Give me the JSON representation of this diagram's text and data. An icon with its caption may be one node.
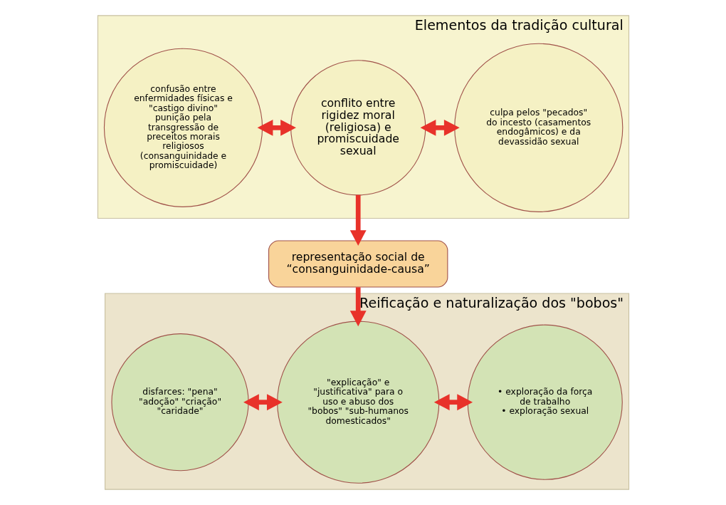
{
  "diagram": {
    "nodes": [
      {
        "text": [
          "Elementos da tradição cultural"
        ]
      },
      {
        "text": [
          "confusão entre",
          "enfermidades físicas e \"castigo divino\"",
          "punição pela transgressão de preceitos morais religiosos (consanguinidade e promiscuidade)"
        ],
        "in": 0
      },
      {
        "text": [
          "conflito entre rigidez moral (religiosa) e promiscuidade sexual"
        ],
        "in": 0
      },
      {
        "text": [
          "culpa pelos \"pecados\" do incesto (casamentos endogâmicos) e da devassidão sexual"
        ],
        "in": 0
      },
      {
        "text": [
          "representação social de “consanguinidade-causa”"
        ]
      },
      {
        "text": [
          "Reificação e naturalização dos \"bobos\""
        ]
      },
      {
        "text": [
          "disfarces: \"pena\" \"adoção\" \"criação\" \"caridade\""
        ],
        "in": 5
      },
      {
        "text": [
          "\"explicação\" e \"justificativa\" para o uso e abuso dos \"bobos\" \"sub-humanos domesticados\""
        ],
        "in": 5
      },
      {
        "text": [
          "• exploração da força de trabalho",
          "• exploração sexual"
        ],
        "in": 5
      }
    ],
    "edges": [
      {
        "from": 1,
        "to": 2,
        "arrow": "both"
      },
      {
        "from": 2,
        "to": 3,
        "arrow": "both"
      },
      {
        "from": 2,
        "to": 4,
        "arrow": "to"
      },
      {
        "from": 4,
        "to": 7,
        "arrow": "to"
      },
      {
        "from": 6,
        "to": 7,
        "arrow": "both"
      },
      {
        "from": 7,
        "to": 8,
        "arrow": "both"
      }
    ]
  }
}
